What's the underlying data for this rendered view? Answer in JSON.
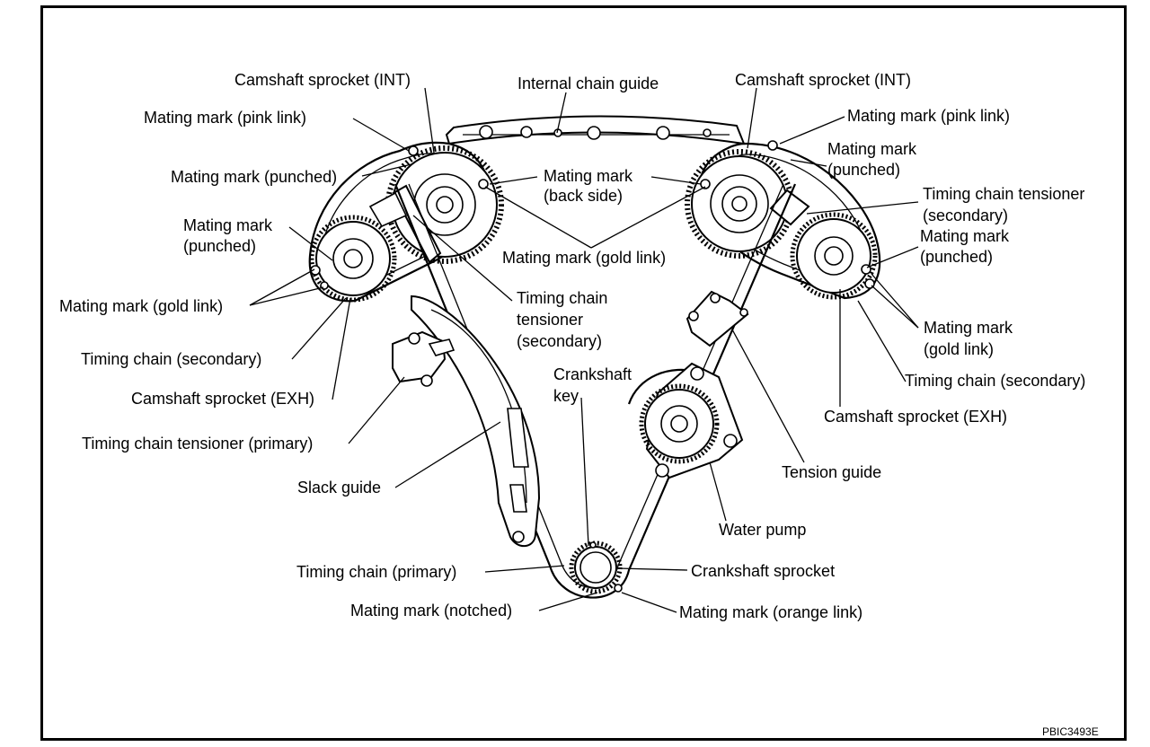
{
  "labels": {
    "cam_int_left": "Camshaft sprocket (INT)",
    "internal_guide": "Internal chain guide",
    "cam_int_right": "Camshaft sprocket (INT)",
    "mm_pink_left": "Mating mark (pink link)",
    "mm_pink_right": "Mating mark (pink link)",
    "mm_punched_left": "Mating mark (punched)",
    "mm_back_1": "Mating mark",
    "mm_back_2": "(back side)",
    "mm_punched_r1_1": "Mating mark",
    "mm_punched_r1_2": "(punched)",
    "tensioner_sec_r_1": "Timing chain tensioner",
    "tensioner_sec_r_2": "(secondary)",
    "mm_punched_l2_1": "Mating mark",
    "mm_punched_l2_2": "(punched)",
    "mm_gold_center": "Mating mark (gold link)",
    "mm_punched_r2_1": "Mating mark",
    "mm_punched_r2_2": "(punched)",
    "mm_gold_left": "Mating mark (gold link)",
    "tensioner_sec_c_1": "Timing chain",
    "tensioner_sec_c_2": "tensioner",
    "tensioner_sec_c_3": "(secondary)",
    "mm_gold_right_1": "Mating mark",
    "mm_gold_right_2": "(gold link)",
    "chain_sec_left": "Timing chain (secondary)",
    "chain_sec_right": "Timing chain (secondary)",
    "crank_key_1": "Crankshaft",
    "crank_key_2": "key",
    "cam_exh_left": "Camshaft sprocket (EXH)",
    "cam_exh_right": "Camshaft sprocket (EXH)",
    "tensioner_primary": "Timing chain tensioner (primary)",
    "tension_guide": "Tension guide",
    "slack_guide": "Slack guide",
    "water_pump": "Water pump",
    "chain_primary": "Timing chain (primary)",
    "crank_sprocket": "Crankshaft sprocket",
    "mm_notched": "Mating mark (notched)",
    "mm_orange": "Mating mark (orange link)",
    "figure_code": "PBIC3493E"
  }
}
